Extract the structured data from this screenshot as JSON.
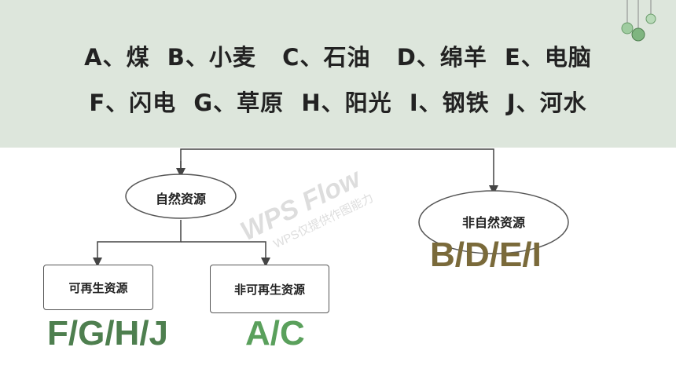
{
  "question": {
    "row1": "A、煤  B、小麦   C、石油   D、绵羊  E、电脑",
    "row2": "F、闪电  G、草原  H、阳光  I、钢铁  J、河水"
  },
  "diagram": {
    "natural": "自然资源",
    "non_natural": "非自然资源",
    "renewable": "可再生资源",
    "non_renewable": "非可再生资源"
  },
  "answers": {
    "renewable": "F/G/H/J",
    "non_renewable": "A/C",
    "non_natural": "B/D/E/I"
  },
  "watermark": {
    "main": "WPS Flow",
    "sub": "WPS仅提供作图能力"
  },
  "colors": {
    "banner_bg": "#dde6dc",
    "answer_green_dark": "#4e7f4f",
    "answer_green_light": "#5aa05c",
    "answer_brown": "#7a6a3a"
  }
}
